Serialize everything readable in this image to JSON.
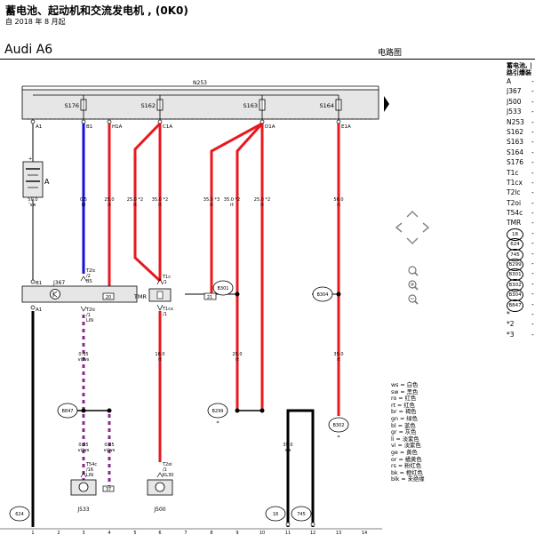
{
  "header": {
    "title": "蓄电池、起动机和交流发电机 , (0K0)",
    "subtitle": "自 2018 年 8 月起",
    "model": "Audi A6",
    "doc_type": "电路图"
  },
  "bus": {
    "label": "N253"
  },
  "fuses": [
    {
      "id": "S176",
      "wire": 3,
      "text": "S176"
    },
    {
      "id": "S162",
      "wire": 6,
      "text": "S162"
    },
    {
      "id": "S163",
      "wire": 10,
      "text": "S163"
    },
    {
      "id": "S164",
      "wire": 13,
      "text": "S164"
    }
  ],
  "terminals_top": [
    {
      "wire": 1,
      "text": "A1"
    },
    {
      "wire": 3,
      "text": "B1"
    },
    {
      "wire": 4,
      "text": "H1A"
    },
    {
      "wire": 6,
      "text": "C1A"
    },
    {
      "wire": 10,
      "text": "D1A"
    },
    {
      "wire": 13,
      "text": "E1A"
    }
  ],
  "wire_specs": [
    {
      "wire": 3,
      "size": "0.5",
      "color": "bl"
    },
    {
      "wire": 4,
      "size": "25.0",
      "color": "rt"
    },
    {
      "wire": 5,
      "size": "25.0 *2",
      "color": "rt"
    },
    {
      "wire": 6,
      "size": "35.0 *2",
      "color": "rt"
    },
    {
      "wire": 8,
      "size": "35.0 *3",
      "color": "rt"
    },
    {
      "wire": 9,
      "size": "35.0 *2",
      "color": "rt"
    },
    {
      "wire": 10,
      "size": "25.0 *2",
      "color": "rt"
    },
    {
      "wire": 13,
      "size": "50.0",
      "color": "rt"
    },
    {
      "wire": 1,
      "size": "50.0",
      "color": "sw"
    },
    {
      "wire": 3,
      "size": "0.35",
      "color": "vi/ws",
      "lower": true
    },
    {
      "wire": 6,
      "size": "16.0",
      "color": "rt",
      "lower": true
    },
    {
      "wire": 9,
      "size": "25.0",
      "color": "rt",
      "lower": true
    },
    {
      "wire": 13,
      "size": "35.0",
      "color": "rt",
      "lower": true
    },
    {
      "wire": 3,
      "size": "0.35",
      "color": "vi/ws",
      "bottom": true
    },
    {
      "wire": 4,
      "size": "0.35",
      "color": "vi/ws",
      "bottom": true
    },
    {
      "wire": 11,
      "size": "35.0",
      "color": "sw",
      "bottom": true
    }
  ],
  "components": {
    "battery": "A",
    "j367": "J367",
    "tmr": "TMR",
    "j533": "J533",
    "j500": "J500"
  },
  "connector_labels": {
    "b1": "B1",
    "a1": "A1",
    "t2lc_b": "T2lc",
    "t2lc_b2": "/2",
    "t2lc_b3": "BS",
    "t2lc_a": "T2lc",
    "t2lc_a2": "/1",
    "t2lc_a3": "LIN",
    "t1c": "T1c",
    "t1c2": "/1",
    "t1cx": "T1cx",
    "t1cx2": "/1",
    "t54c": "T54c",
    "t54c2": "/16",
    "t54c3": "LIN",
    "t2oi": "T2oi",
    "t2oi2": "/1",
    "t2oi3": "KL30",
    "box20": "20",
    "box21": "21",
    "box37": "37"
  },
  "ground_points": [
    {
      "id": "B301",
      "text": "B301"
    },
    {
      "id": "B304",
      "text": "B304"
    },
    {
      "id": "B847",
      "text": "B847"
    },
    {
      "id": "B299",
      "text": "B299"
    },
    {
      "id": "B302",
      "text": "B302"
    },
    {
      "id": "624",
      "text": "624"
    },
    {
      "id": "18",
      "text": "18"
    },
    {
      "id": "745",
      "text": "745"
    }
  ],
  "asterisk": "*",
  "column_numbers": [
    "1",
    "2",
    "3",
    "4",
    "5",
    "6",
    "7",
    "8",
    "9",
    "10",
    "11",
    "12",
    "13",
    "14"
  ],
  "color_legend": [
    "ws = 白色",
    "sw = 黑色",
    "ro = 红色",
    "rt = 红色",
    "br = 褐色",
    "gn = 绿色",
    "bl = 蓝色",
    "gr = 灰色",
    "li = 淡紫色",
    "vi = 淡紫色",
    "ge = 黄色",
    "or = 橘黄色",
    "rs = 粉红色",
    "bk = 橙红色",
    "blk = 未绝缘"
  ],
  "legend_panel": {
    "title1": "蓄电池, |",
    "title2": "路引爆装",
    "items": [
      {
        "code": "A",
        "dash": "-"
      },
      {
        "code": "J367",
        "dash": "-"
      },
      {
        "code": "J500",
        "dash": "-"
      },
      {
        "code": "J533",
        "dash": "-"
      },
      {
        "code": "N253",
        "dash": "-"
      },
      {
        "code": "S162",
        "dash": "-"
      },
      {
        "code": "S163",
        "dash": "-"
      },
      {
        "code": "S164",
        "dash": "-"
      },
      {
        "code": "S176",
        "dash": "-"
      },
      {
        "code": "T1c",
        "dash": "-"
      },
      {
        "code": "T1cx",
        "dash": "-"
      },
      {
        "code": "T2lc",
        "dash": "-"
      },
      {
        "code": "T2oi",
        "dash": "-"
      },
      {
        "code": "T54c",
        "dash": "-"
      },
      {
        "code": "TMR",
        "dash": "-"
      }
    ],
    "circles": [
      {
        "code": "18",
        "dash": "-"
      },
      {
        "code": "624",
        "dash": "-"
      },
      {
        "code": "745",
        "dash": "-"
      },
      {
        "code": "B299",
        "dash": "-"
      },
      {
        "code": "B301",
        "dash": "-"
      },
      {
        "code": "B302",
        "dash": "-"
      },
      {
        "code": "B304",
        "dash": "-"
      },
      {
        "code": "B847",
        "dash": "-"
      }
    ],
    "notes": [
      {
        "code": "*",
        "dash": "-"
      },
      {
        "code": "*2",
        "dash": "-"
      },
      {
        "code": "*3",
        "dash": "-"
      }
    ]
  },
  "colors": {
    "wire_red": "#e8191f",
    "wire_blue": "#1212d8",
    "wire_black": "#000000",
    "wire_violet": "#8a2a8a",
    "wire_white": "#ffffff",
    "bus_fill": "#e6e6e6",
    "component_fill": "#e6e6e6"
  }
}
